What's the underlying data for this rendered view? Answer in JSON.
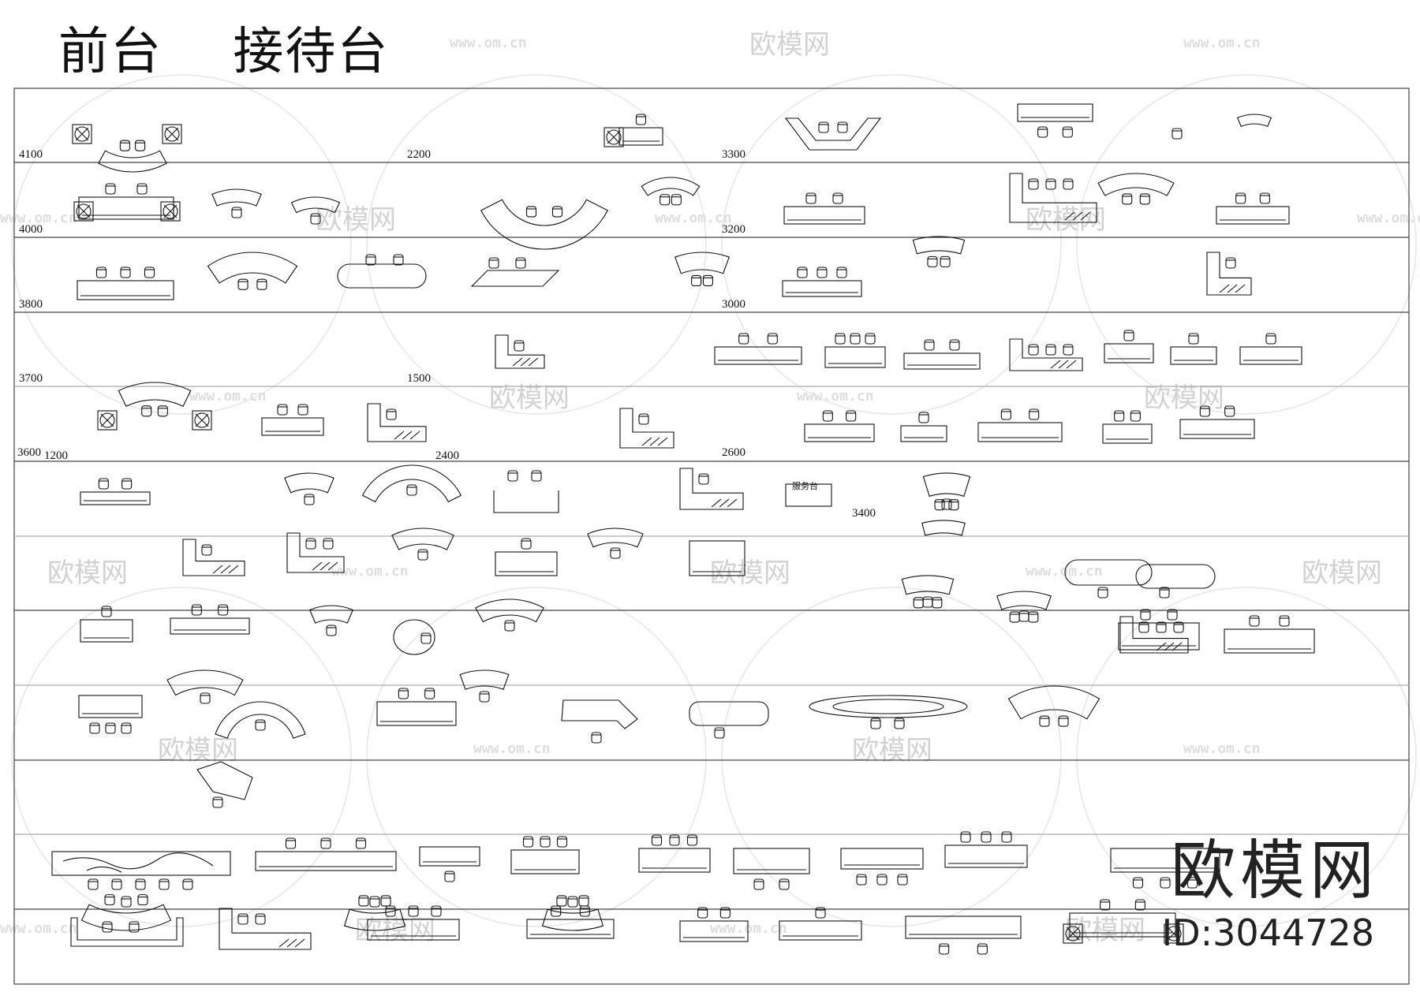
{
  "title": "前台    接待台",
  "row_dimensions": [
    "4100",
    "2200",
    "3300",
    "4000",
    "3200",
    "3800",
    "3000",
    "3700",
    "1500",
    "3600",
    "1200",
    "2400",
    "2600",
    "3400"
  ],
  "desk_note": "服务台",
  "watermark": {
    "brand": "欧模网",
    "url": "www.om.cn"
  },
  "brand": "欧模网",
  "id": "ID:3044728",
  "colors": {
    "line": "#111111",
    "watermark": "#d2d2d2"
  }
}
